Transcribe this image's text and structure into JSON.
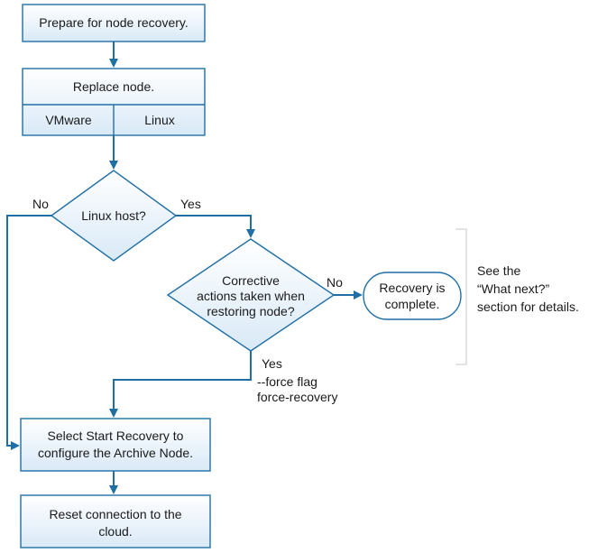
{
  "steps": {
    "prepare": "Prepare for node recovery.",
    "replace": "Replace node.",
    "vmware": "VMware",
    "linux": "Linux",
    "select_start_line1": "Select Start Recovery to",
    "select_start_line2": "configure the Archive Node.",
    "reset_line1": "Reset connection to the",
    "reset_line2": "cloud."
  },
  "decisions": {
    "linux_host": "Linux host?",
    "corrective_line1": "Corrective",
    "corrective_line2": "actions taken when",
    "corrective_line3": "restoring node?"
  },
  "terminal": {
    "line1": "Recovery is",
    "line2": "complete."
  },
  "edge_labels": {
    "no_left": "No",
    "yes_right": "Yes",
    "no_right": "No",
    "yes_down": "Yes",
    "force_flag": "--force flag",
    "force_recovery": "force-recovery"
  },
  "note": {
    "line1": "See the",
    "line2": "“What next?”",
    "line3": "section for details."
  },
  "colors": {
    "stroke": "#1f6fa5",
    "box_fill_top": "#ffffff",
    "box_fill_bottom": "#d9e9f7",
    "bracket": "#c8c8c8",
    "text": "#1a1a1a"
  }
}
